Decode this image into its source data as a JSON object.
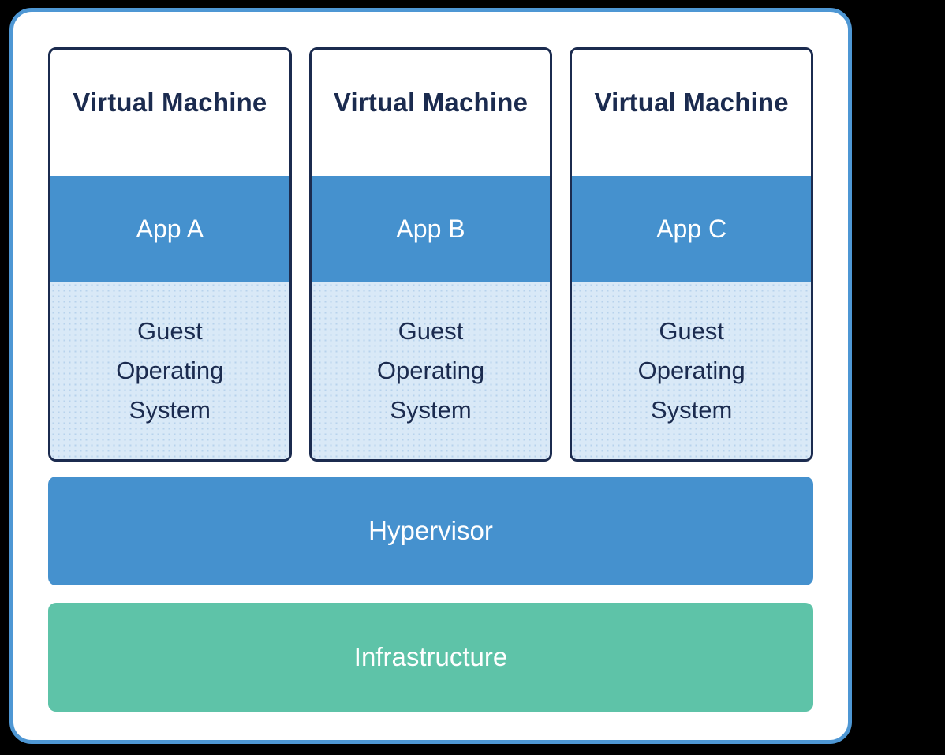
{
  "diagram": {
    "type": "virtualization-architecture",
    "vms": [
      {
        "title": "Virtual Machine",
        "app": "App A",
        "guest_os": "Guest Operating System"
      },
      {
        "title": "Virtual Machine",
        "app": "App B",
        "guest_os": "Guest Operating System"
      },
      {
        "title": "Virtual Machine",
        "app": "App C",
        "guest_os": "Guest Operating System"
      }
    ],
    "hypervisor_label": "Hypervisor",
    "infrastructure_label": "Infrastructure",
    "colors": {
      "outer_border": "#4E97D4",
      "navy_text_and_border": "#1B2B4F",
      "app_and_hypervisor_fill": "#4591CE",
      "guest_os_fill": "#D9E9F7",
      "infrastructure_fill": "#5EC3A8",
      "label_on_fill": "#ffffff",
      "canvas_background": "#ffffff",
      "page_background": "#000000"
    }
  }
}
